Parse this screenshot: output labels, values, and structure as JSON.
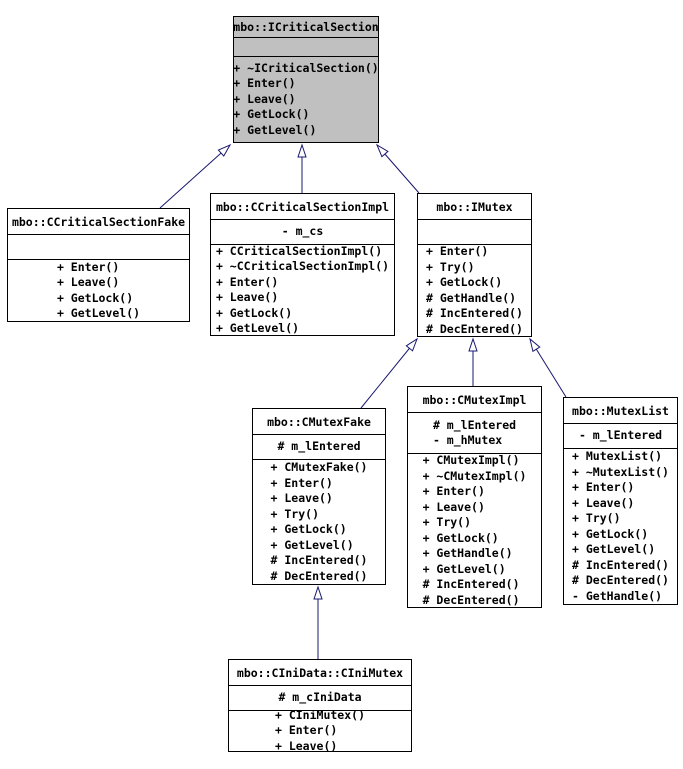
{
  "diagram": {
    "background_color": "#ffffff",
    "border_color": "#000000",
    "edge_color": "#191970",
    "highlight_fill": "#c0c0c0",
    "node_fill": "#ffffff"
  },
  "classes": [
    {
      "title": "mbo::ICriticalSection",
      "attrs": [],
      "methods": [
        "+ ~ICriticalSection()",
        "+ Enter()",
        "+ Leave()",
        "+ GetLock()",
        "+ GetLevel()"
      ]
    },
    {
      "title": "mbo::CCriticalSectionFake",
      "attrs": [],
      "methods": [
        "+ Enter()",
        "+ Leave()",
        "+ GetLock()",
        "+ GetLevel()"
      ]
    },
    {
      "title": "mbo::CCriticalSectionImpl",
      "attrs": [
        "- m_cs"
      ],
      "methods": [
        "+ CCriticalSectionImpl()",
        "+ ~CCriticalSectionImpl()",
        "+ Enter()",
        "+ Leave()",
        "+ GetLock()",
        "+ GetLevel()"
      ]
    },
    {
      "title": "mbo::IMutex",
      "attrs": [],
      "methods": [
        "+ Enter()",
        "+ Try()",
        "+ GetLock()",
        "# GetHandle()",
        "# IncEntered()",
        "# DecEntered()"
      ]
    },
    {
      "title": "mbo::CMutexFake",
      "attrs": [
        "# m_lEntered"
      ],
      "methods": [
        "+ CMutexFake()",
        "+ Enter()",
        "+ Leave()",
        "+ Try()",
        "+ GetLock()",
        "+ GetLevel()",
        "# IncEntered()",
        "# DecEntered()"
      ]
    },
    {
      "title": "mbo::CMutexImpl",
      "attrs": [
        "# m_lEntered",
        "- m_hMutex"
      ],
      "methods": [
        "+ CMutexImpl()",
        "+ ~CMutexImpl()",
        "+ Enter()",
        "+ Leave()",
        "+ Try()",
        "+ GetLock()",
        "+ GetHandle()",
        "+ GetLevel()",
        "# IncEntered()",
        "# DecEntered()"
      ]
    },
    {
      "title": "mbo::MutexList",
      "attrs": [
        "- m_lEntered"
      ],
      "methods": [
        "+ MutexList()",
        "+ ~MutexList()",
        "+ Enter()",
        "+ Leave()",
        "+ Try()",
        "+ GetLock()",
        "+ GetLevel()",
        "# IncEntered()",
        "# DecEntered()",
        "- GetHandle()"
      ]
    },
    {
      "title": "mbo::CIniData::CIniMutex",
      "attrs": [
        "# m_cIniData"
      ],
      "methods": [
        "+ CIniMutex()",
        "+ Enter()",
        "+ Leave()"
      ]
    }
  ]
}
